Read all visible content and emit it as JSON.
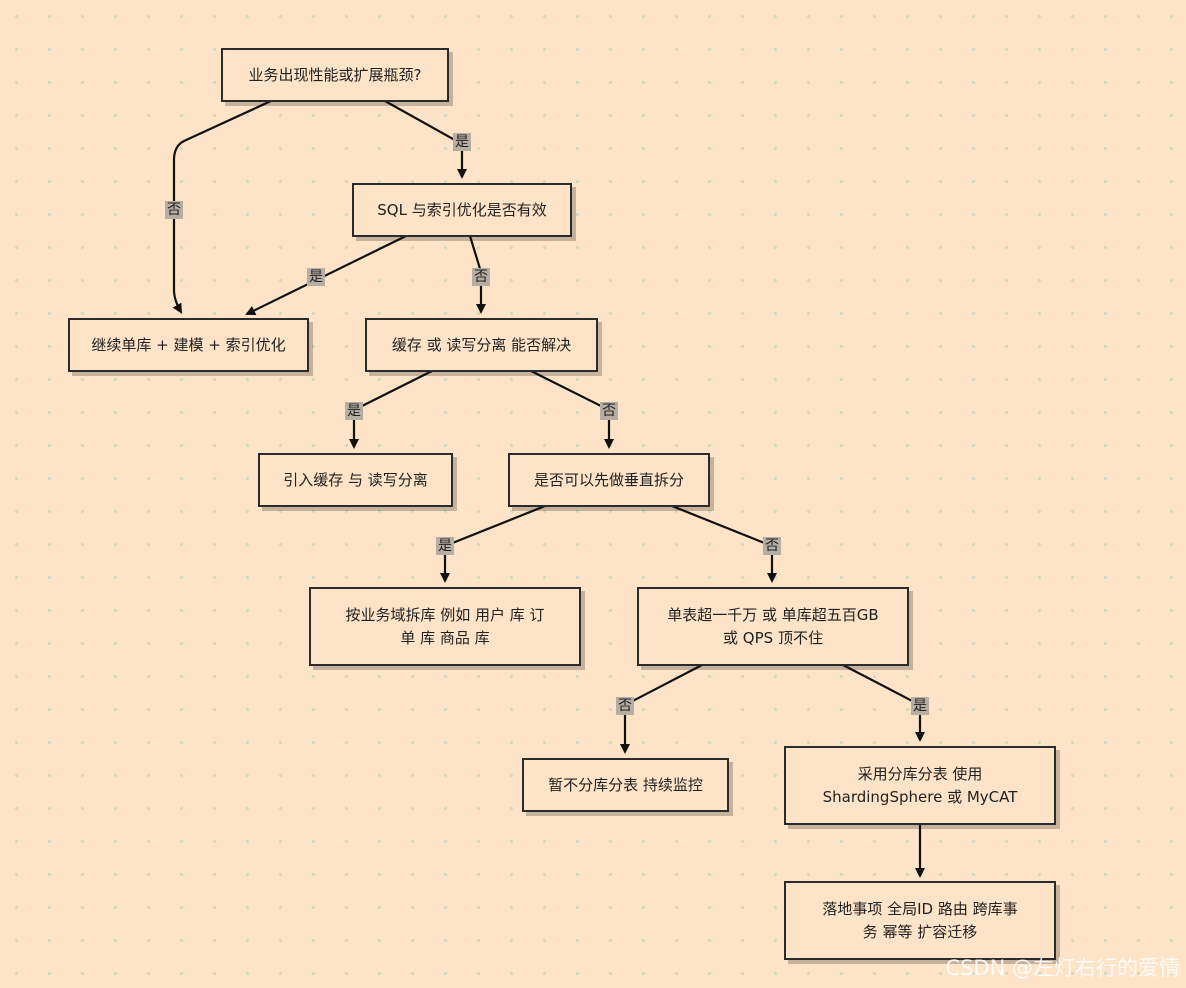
{
  "nodes": {
    "start": "业务出现性能或扩展瓶颈?",
    "sql": "SQL 与索引优化是否有效",
    "single": "继续单库 + 建模 + 索引优化",
    "cache_q": "缓存 或 读写分离 能否解决",
    "cache": "引入缓存 与 读写分离",
    "vertical_q": "是否可以先做垂直拆分",
    "vertical": {
      "line1": "按业务域拆库 例如 用户 库 订",
      "line2": "单 库 商品 库"
    },
    "threshold": {
      "line1": "单表超一千万 或 单库超五百GB",
      "line2": "或 QPS 顶不住"
    },
    "monitor": "暂不分库分表 持续监控",
    "shard": {
      "line1": "采用分库分表 使用",
      "line2": "ShardingSphere 或 MyCAT"
    },
    "landing": {
      "line1": "落地事项 全局ID 路由 跨库事",
      "line2": "务 幂等 扩容迁移"
    }
  },
  "labels": {
    "yes": "是",
    "no": "否"
  },
  "watermark": "CSDN @左灯右行的爱情"
}
